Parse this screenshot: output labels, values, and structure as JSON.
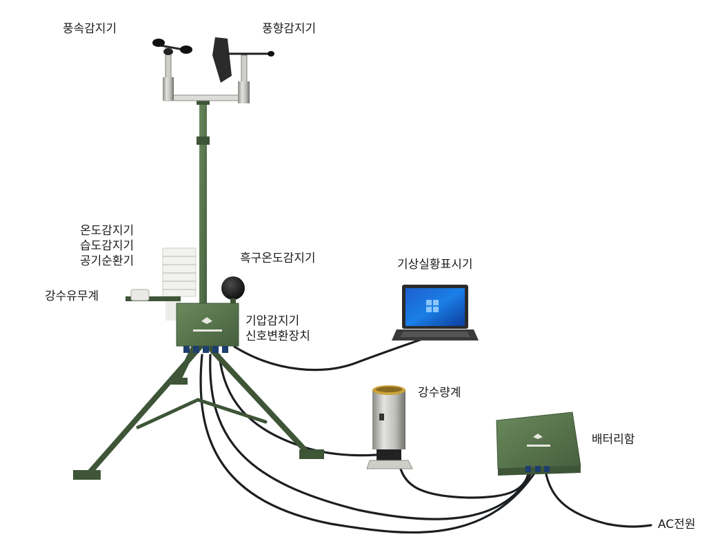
{
  "labels": {
    "wind_speed": "풍속감지기",
    "wind_direction": "풍향감지기",
    "temperature": "온도감지기",
    "humidity": "습도감지기",
    "air_circulator": "공기순환기",
    "black_bulb": "흑구온도감지기",
    "precip_detector": "강수유무계",
    "pressure": "기압감지기",
    "signal_converter": "신호변환장치",
    "display": "기상실황표시기",
    "rain_gauge": "강수량계",
    "battery_box": "배터리함",
    "ac_power": "AC전원"
  },
  "colors": {
    "olive": "#55704a",
    "olive_dark": "#3e5537",
    "cable": "#1b1f22",
    "steel": "#b9b9b4"
  }
}
